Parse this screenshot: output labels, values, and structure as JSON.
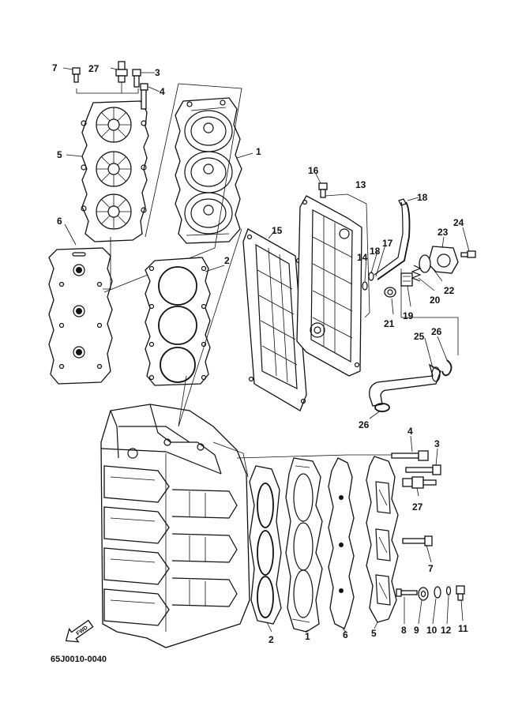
{
  "diagram_code": "65J0010-0040",
  "fwd_label": "FWD",
  "callouts": [
    {
      "id": "c7a",
      "label": "7"
    },
    {
      "id": "c27a",
      "label": "27"
    },
    {
      "id": "c3a",
      "label": "3"
    },
    {
      "id": "c4a",
      "label": "4"
    },
    {
      "id": "c5a",
      "label": "5"
    },
    {
      "id": "c1a",
      "label": "1"
    },
    {
      "id": "c6a",
      "label": "6"
    },
    {
      "id": "c2a",
      "label": "2"
    },
    {
      "id": "c16",
      "label": "16"
    },
    {
      "id": "c13",
      "label": "13"
    },
    {
      "id": "c18a",
      "label": "18"
    },
    {
      "id": "c15",
      "label": "15"
    },
    {
      "id": "c17",
      "label": "17"
    },
    {
      "id": "c14",
      "label": "14"
    },
    {
      "id": "c18b",
      "label": "18"
    },
    {
      "id": "c23",
      "label": "23"
    },
    {
      "id": "c24",
      "label": "24"
    },
    {
      "id": "c22",
      "label": "22"
    },
    {
      "id": "c20",
      "label": "20"
    },
    {
      "id": "c21",
      "label": "21"
    },
    {
      "id": "c19",
      "label": "19"
    },
    {
      "id": "c25",
      "label": "25"
    },
    {
      "id": "c26a",
      "label": "26"
    },
    {
      "id": "c26b",
      "label": "26"
    },
    {
      "id": "c4b",
      "label": "4"
    },
    {
      "id": "c3b",
      "label": "3"
    },
    {
      "id": "c27b",
      "label": "27"
    },
    {
      "id": "c7b",
      "label": "7"
    },
    {
      "id": "c2b",
      "label": "2"
    },
    {
      "id": "c1b",
      "label": "1"
    },
    {
      "id": "c6b",
      "label": "6"
    },
    {
      "id": "c5b",
      "label": "5"
    },
    {
      "id": "c8",
      "label": "8"
    },
    {
      "id": "c9",
      "label": "9"
    },
    {
      "id": "c10",
      "label": "10"
    },
    {
      "id": "c12",
      "label": "12"
    },
    {
      "id": "c11",
      "label": "11"
    }
  ]
}
